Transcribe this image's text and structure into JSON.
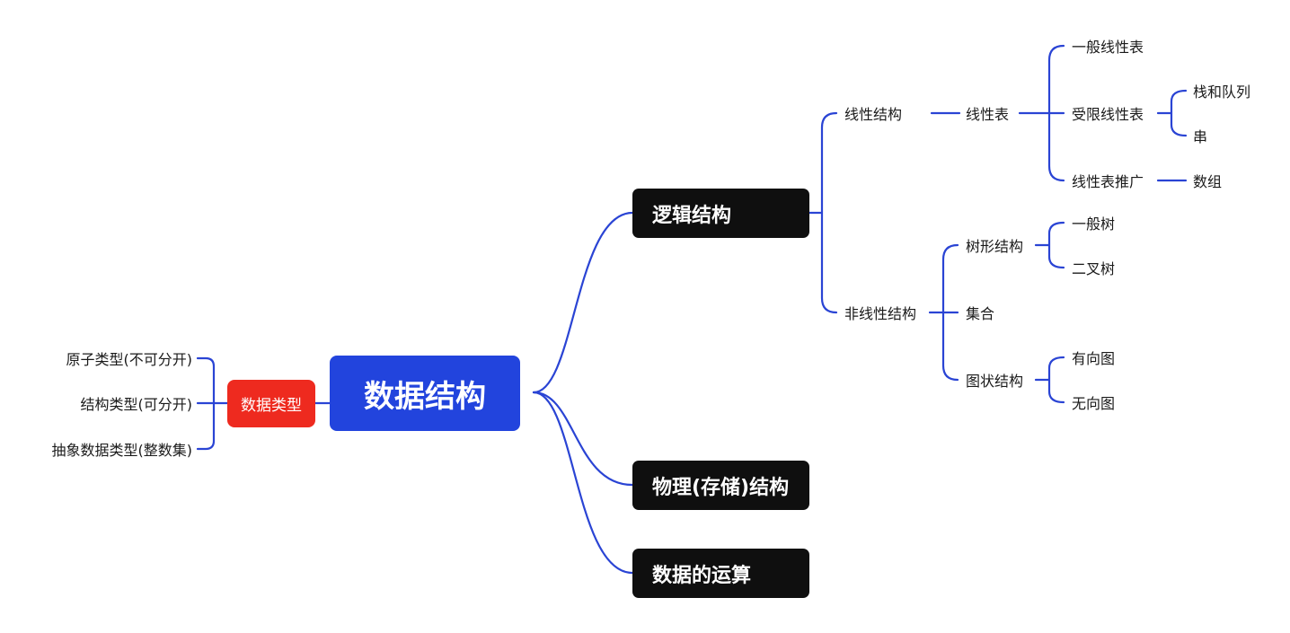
{
  "root": "数据结构",
  "main_branches": {
    "logical": "逻辑结构",
    "physical": "物理(存储)结构",
    "operations": "数据的运算"
  },
  "logical": {
    "linear": "线性结构",
    "linear_list": "线性表",
    "general_linear_list": "一般线性表",
    "restricted_linear_list": "受限线性表",
    "stack_queue": "栈和队列",
    "string": "串",
    "generalized": "线性表推广",
    "array": "数组",
    "nonlinear": "非线性结构",
    "tree": "树形结构",
    "general_tree": "一般树",
    "binary_tree": "二叉树",
    "set": "集合",
    "graph": "图状结构",
    "directed_graph": "有向图",
    "undirected_graph": "无向图"
  },
  "data_types": {
    "label": "数据类型",
    "items": [
      "原子类型(不可分开)",
      "结构类型(可分开)",
      "抽象数据类型(整数集)"
    ]
  },
  "colors": {
    "connector": "#2a44d4",
    "root_fill": "#2244dd",
    "main_fill": "#0f0f0f",
    "side_fill": "#ee2a1f"
  }
}
